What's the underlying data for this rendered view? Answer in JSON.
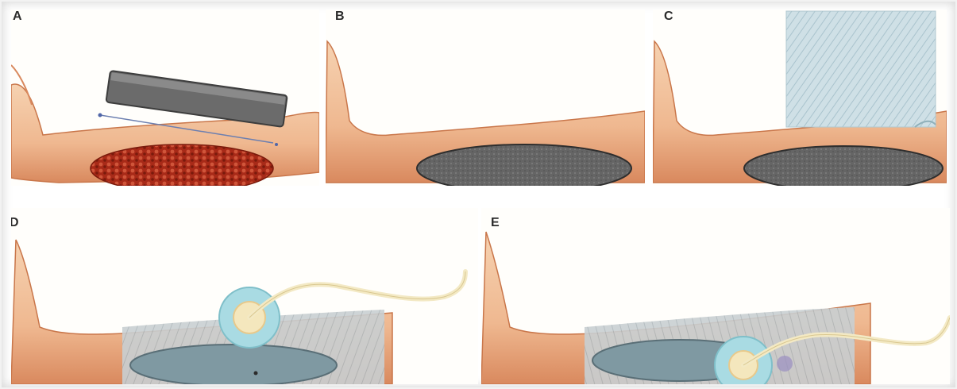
{
  "figure": {
    "panels": [
      {
        "label": "A",
        "content": "wound-with-foam-dressing"
      },
      {
        "label": "B",
        "content": "foam-in-wound"
      },
      {
        "label": "C",
        "content": "foam-covered-with-drape"
      },
      {
        "label": "D",
        "content": "sealed-drape-with-suction-pad"
      },
      {
        "label": "E",
        "content": "sealed-drape-with-suction-pad"
      }
    ],
    "colors": {
      "skin": "#f2c29c",
      "skin_shadow": "#d9895e",
      "wound": "#b8321e",
      "foam": "#6b6b6b",
      "drape": "#bcd3dc",
      "pad": "#a9dbe3",
      "tubing": "#f3e9c4"
    }
  }
}
